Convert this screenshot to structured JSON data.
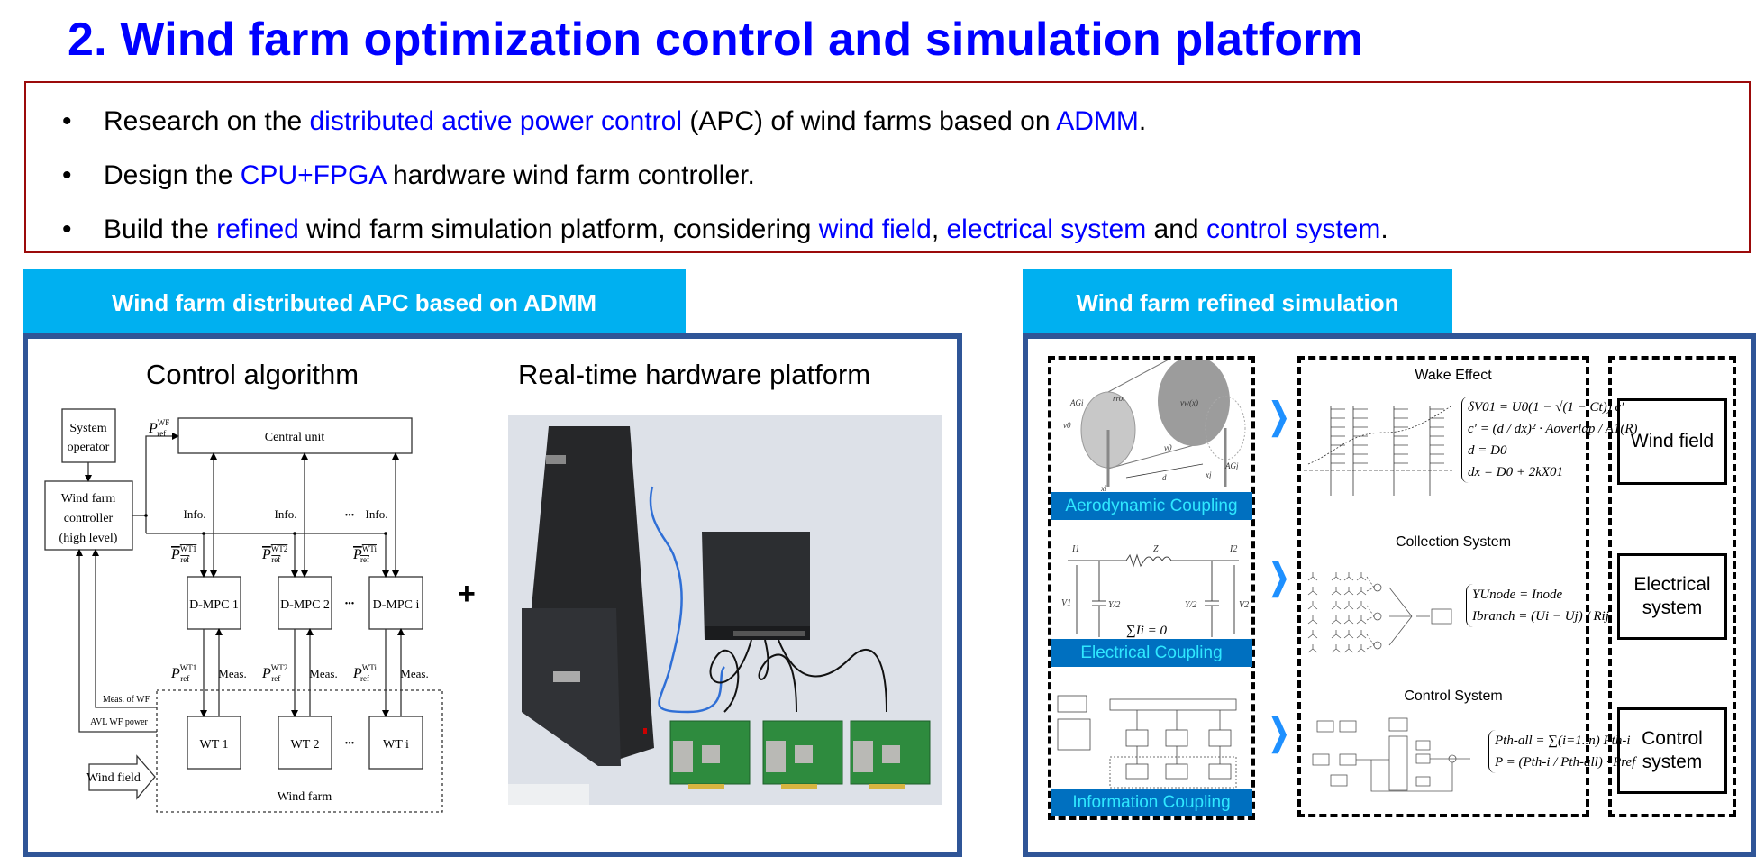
{
  "title": "2. Wind farm optimization control and simulation platform",
  "bullets": [
    {
      "segments": [
        {
          "t": "Research on the ",
          "hl": false
        },
        {
          "t": "distributed active power control",
          "hl": true
        },
        {
          "t": " (APC) of wind farms based on ",
          "hl": false
        },
        {
          "t": "ADMM",
          "hl": true
        },
        {
          "t": ".",
          "hl": false
        }
      ]
    },
    {
      "segments": [
        {
          "t": "Design the ",
          "hl": false
        },
        {
          "t": "CPU+FPGA",
          "hl": true
        },
        {
          "t": " hardware wind farm controller.",
          "hl": false
        }
      ]
    },
    {
      "segments": [
        {
          "t": "Build the ",
          "hl": false
        },
        {
          "t": "refined",
          "hl": true
        },
        {
          "t": " wind farm simulation platform, considering ",
          "hl": false
        },
        {
          "t": "wind field",
          "hl": true
        },
        {
          "t": ", ",
          "hl": false
        },
        {
          "t": "electrical system",
          "hl": true
        },
        {
          "t": " and ",
          "hl": false
        },
        {
          "t": "control system",
          "hl": true
        },
        {
          "t": ".",
          "hl": false
        }
      ]
    }
  ],
  "bullet_char": "•",
  "left_section": {
    "tab": "Wind farm distributed APC based on ADMM",
    "control_title": "Control algorithm",
    "hardware_title": "Real-time hardware platform",
    "plus": "+",
    "diagram": {
      "system_operator": [
        "System",
        "operator"
      ],
      "wf_controller": [
        "Wind farm",
        "controller",
        "(high level)"
      ],
      "central_unit": "Central unit",
      "p": "P",
      "ref": "ref",
      "wf_sup": "WF",
      "info": "Info.",
      "meas": "Meas.",
      "ellipsis": "•••",
      "units": [
        {
          "dmpc": "D-MPC 1",
          "wt": "WT 1",
          "sup": "WT1"
        },
        {
          "dmpc": "D-MPC 2",
          "wt": "WT 2",
          "sup": "WT2"
        },
        {
          "dmpc": "D-MPC i",
          "wt": "WT i",
          "sup": "WTi"
        }
      ],
      "meas_wf": "Meas. of WF",
      "avl_power": "AVL WF power",
      "wind_field": "Wind field",
      "wind_farm": "Wind farm"
    }
  },
  "right_section": {
    "tab": "Wind farm refined simulation",
    "couplings": [
      "Aerodynamic Coupling",
      "Electrical Coupling",
      "Information Coupling"
    ],
    "aero_labels": {
      "agi": "AGi",
      "agj": "AGj",
      "d": "d",
      "xi": "xi",
      "xj": "xj",
      "v0": "v0",
      "vw": "vw(x)",
      "rrot": "rrot"
    },
    "circuit_labels": {
      "i1": "I1",
      "i2": "I2",
      "z": "Z",
      "v1": "V1",
      "v2": "V2",
      "y2": "Y/2",
      "sum": "∑Ii = 0"
    },
    "wake_title": "Wake Effect",
    "wake_formulas": [
      "δV01 = U0(1 − √(1 − Ct)) c′",
      "c′ = (d / dx)² · Aoverlap / A1(R)",
      "d = D0",
      "dx = D0 + 2kX01"
    ],
    "collection_title": "Collection System",
    "collection_formulas": [
      "YUnode = Inode",
      "Ibranch = (Ui − Uj) / Rij"
    ],
    "control_title": "Control System",
    "control_formulas": [
      "Pth-all = ∑(i=1..n) Pth-i",
      "P = (Pth-i / Pth-all) · Pref"
    ],
    "systems": [
      "Wind field",
      "Electrical system",
      "Control system"
    ]
  },
  "colors": {
    "title": "#0000ff",
    "tab": "#00b0f0",
    "panel_border": "#2f5597",
    "box_border": "#9b0a0a",
    "coupling_bar": "#0070c0",
    "chevron": "#1e90ff"
  }
}
